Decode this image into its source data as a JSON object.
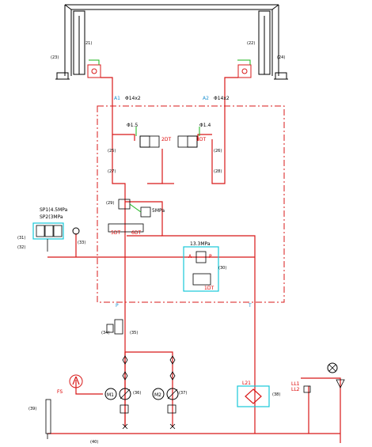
{
  "ports": {
    "a1": "A1",
    "a1_size": "Φ14x2",
    "a2": "A2",
    "a2_size": "Φ14x2",
    "p": "P",
    "t": "T"
  },
  "orifices": {
    "left": "Φ1.5",
    "right": "Φ1.4"
  },
  "valves": {
    "sol_left": "2DT",
    "sol_right": "3DT",
    "sol_lower": "1DT"
  },
  "relief": {
    "title": "13.3MPa",
    "port_a": "A",
    "port_p": "P"
  },
  "pressure_switch": {
    "setting": "5MPa",
    "sol_a": "5DT",
    "sol_b": "6DT"
  },
  "switch_labels": {
    "sp1": "SP1(4.5MPa",
    "sp2": "SP2(3MPa"
  },
  "pumps": {
    "m1": "M1",
    "m2": "M2"
  },
  "filter": {
    "label": "L21"
  },
  "level": {
    "label1": "LL1",
    "label2": "LL2"
  },
  "tank_label": "FS",
  "tags": [
    "(21)",
    "(22)",
    "(23)",
    "(24)",
    "(25)",
    "(26)",
    "(27)",
    "(28)",
    "(29)",
    "(30)",
    "(31)",
    "(32)",
    "(33)",
    "(34)",
    "(35)",
    "(36)",
    "(37)",
    "(38)",
    "(39)",
    "(40)"
  ]
}
